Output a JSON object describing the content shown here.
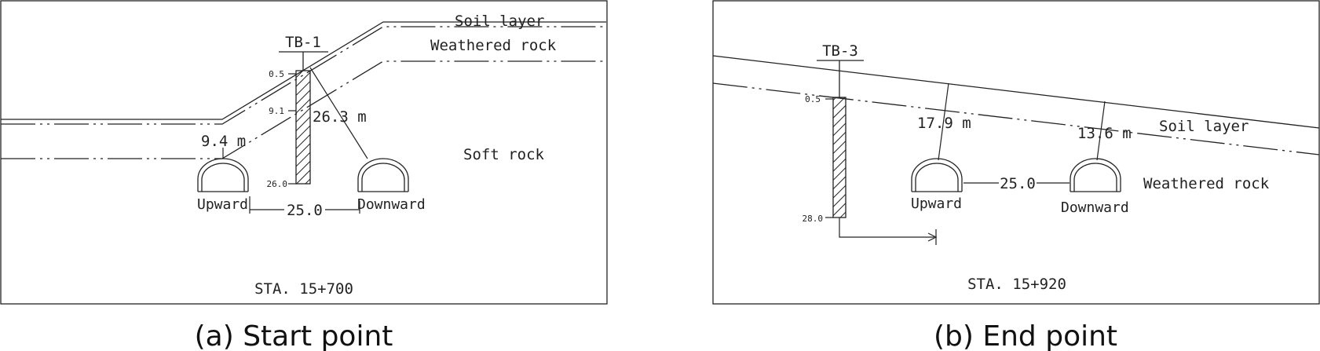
{
  "panels": [
    {
      "caption": "(a) Start point",
      "borehole": "TB-1",
      "layers": {
        "soil": "Soil layer",
        "weathered": "Weathered rock",
        "soft": "Soft rock"
      },
      "depths": {
        "top": "0.5",
        "mid": "9.1",
        "bottom": "26.0"
      },
      "cover_left": "9.4 m",
      "cover_right": "26.3 m",
      "tunnel_left": "Upward",
      "tunnel_right": "Downward",
      "spacing": "25.0",
      "station": "STA. 15+700"
    },
    {
      "caption": "(b) End point",
      "borehole": "TB-3",
      "layers": {
        "soil": "Soil layer",
        "weathered": "Weathered rock"
      },
      "depths": {
        "top": "0.5",
        "bottom": "28.0"
      },
      "cover_left": "17.9 m",
      "cover_right": "13.6 m",
      "tunnel_left": "Upward",
      "tunnel_right": "Downward",
      "spacing": "25.0",
      "station": "STA. 15+920"
    }
  ],
  "colors": {
    "line": "#222222",
    "background": "#ffffff"
  }
}
